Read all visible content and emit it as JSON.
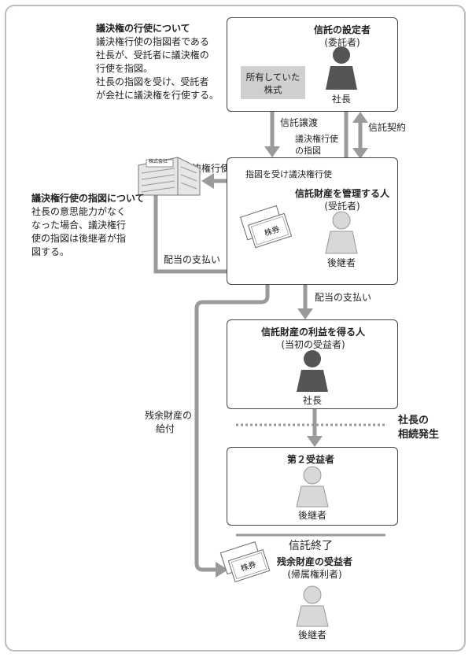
{
  "settlor": {
    "title": "信託の設定者",
    "subtitle": "(委託者)",
    "person": "社長"
  },
  "stock_label_line1": "所有していた",
  "stock_label_line2": "株式",
  "voting_note": {
    "title": "議決権の行使について",
    "lines": [
      "議決権行使の指図者である",
      "社長が、受託者に議決権の",
      "行使を指図。",
      "社長の指図を受け、受託者",
      "が会社に議決権を行使する。"
    ]
  },
  "trust_transfer": "信託譲渡",
  "trust_contract": "信託契約",
  "voting_instruction_l1": "議決権行使",
  "voting_instruction_l2": "の指図",
  "voting_exercise": "議決権行使",
  "instruction_receive": "指図を受け議決権行使",
  "company_sign": "株式会社",
  "instruction_note": {
    "title": "議決権行使の指図について",
    "lines": [
      "社長の意思能力がなく",
      "なった場合、議決権行",
      "使の指図は後継者が指",
      "図する。"
    ]
  },
  "trustee": {
    "title": "信託財産を管理する人",
    "subtitle": "(受託者)",
    "person": "後継者"
  },
  "dividend_payment_left": "配当の支払い",
  "dividend_payment_right": "配当の支払い",
  "beneficiary": {
    "title": "信託財産の利益を得る人",
    "subtitle": "(当初の受益者)",
    "person": "社長"
  },
  "inheritance_l1": "社長の",
  "inheritance_l2": "相続発生",
  "residual_l1": "残余財産の",
  "residual_l2": "給付",
  "second_beneficiary": {
    "title": "第２受益者",
    "person": "後継者"
  },
  "trust_end": "信託終了",
  "residual_beneficiary": {
    "title": "残余財産の受益者",
    "subtitle": "(帰属権利者)",
    "person": "後継者"
  },
  "cert_text": "株券",
  "colors": {
    "dark_person": "#555555",
    "light_person": "#d8d8d8",
    "arrow": "#9a9a9a",
    "stock_bg": "#cfcfcf"
  }
}
